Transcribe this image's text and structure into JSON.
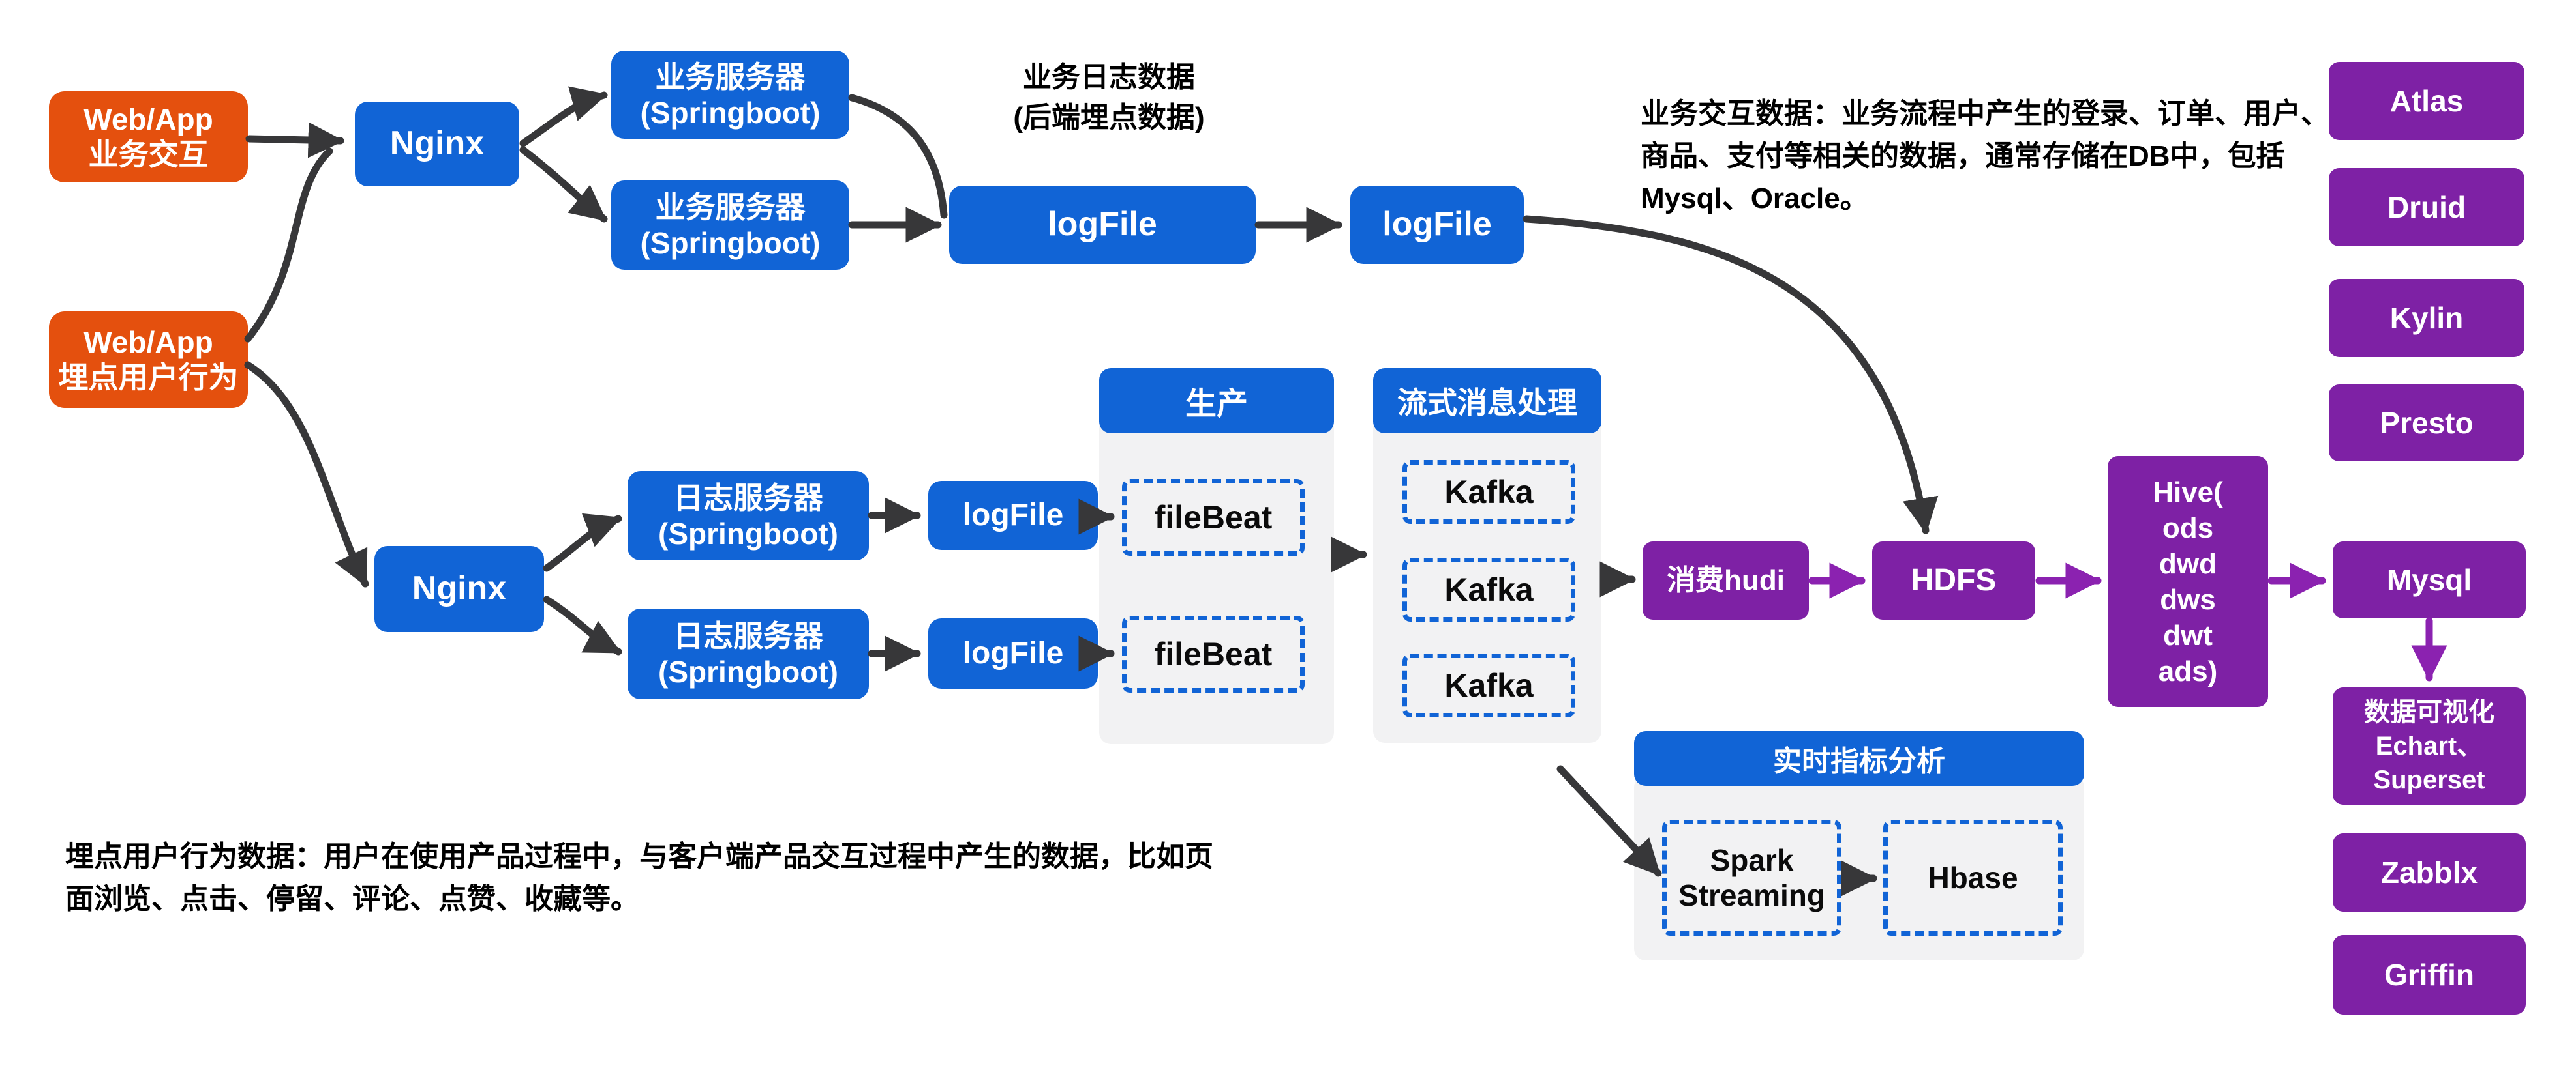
{
  "colors": {
    "box_orange": "#E4500E",
    "box_blue": "#1164D6",
    "box_purple": "#7E21A5",
    "arrow_black": "#373739",
    "arrow_purple": "#8B22B0",
    "panel_gray": "#F2F2F3",
    "dashed_border_blue": "#1164D6"
  },
  "nodes": {
    "web_app_business": "Web/App\n业务交互",
    "web_app_tracking": "Web/App\n埋点用户行为",
    "nginx_top": "Nginx",
    "nginx_bottom": "Nginx",
    "biz_server_1": "业务服务器\n(Springboot)",
    "biz_server_2": "业务服务器\n(Springboot)",
    "log_server_1": "日志服务器\n(Springboot)",
    "log_server_2": "日志服务器\n(Springboot)",
    "logfile_big": "logFile",
    "logfile_2": "logFile",
    "logfile_mid1": "logFile",
    "logfile_mid2": "logFile",
    "filebeat_1": "fileBeat",
    "filebeat_2": "fileBeat",
    "kafka_1": "Kafka",
    "kafka_2": "Kafka",
    "kafka_3": "Kafka",
    "hudi": "消费hudi",
    "hdfs": "HDFS",
    "hive": "Hive(\nods\ndwd\ndws\ndwt\nads)",
    "mysql": "Mysql",
    "dataviz": "数据可视化\nEchart、\nSuperset",
    "zabblx": "Zabblx",
    "griffin": "Griffin",
    "atlas": "Atlas",
    "druid": "Druid",
    "kylin": "Kylin",
    "presto": "Presto",
    "spark_streaming": "Spark\nStreaming",
    "hbase": "Hbase"
  },
  "headers": {
    "produce": "生产",
    "stream": "流式消息处理",
    "realtime": "实时指标分析"
  },
  "notes": {
    "log_caption": "业务日志数据\n(后端埋点数据)",
    "business_interaction": "业务交互数据：业务流程中产生的登录、订单、用户、\n商品、支付等相关的数据，通常存储在DB中，包括\nMysql、Oracle。",
    "user_tracking": "埋点用户行为数据：用户在使用产品过程中，与客户端产品交互过程中产生的数据，比如页\n面浏览、点击、停留、评论、点赞、收藏等。"
  },
  "edges": [
    {
      "from": "web_app_business",
      "to": "nginx_top",
      "color": "black"
    },
    {
      "from": "web_app_tracking",
      "to": "nginx_top",
      "color": "black"
    },
    {
      "from": "web_app_tracking",
      "to": "nginx_bottom",
      "color": "black"
    },
    {
      "from": "nginx_top",
      "to": "biz_server_1",
      "color": "black"
    },
    {
      "from": "nginx_top",
      "to": "biz_server_2",
      "color": "black"
    },
    {
      "from": "biz_server_1",
      "to": "logfile_big",
      "color": "black"
    },
    {
      "from": "biz_server_2",
      "to": "logfile_big",
      "color": "black"
    },
    {
      "from": "logfile_big",
      "to": "logfile_2",
      "color": "black"
    },
    {
      "from": "logfile_2",
      "to": "hdfs",
      "color": "black"
    },
    {
      "from": "nginx_bottom",
      "to": "log_server_1",
      "color": "black"
    },
    {
      "from": "nginx_bottom",
      "to": "log_server_2",
      "color": "black"
    },
    {
      "from": "log_server_1",
      "to": "logfile_mid1",
      "color": "black"
    },
    {
      "from": "log_server_2",
      "to": "logfile_mid2",
      "color": "black"
    },
    {
      "from": "logfile_mid1",
      "to": "filebeat_1",
      "color": "black"
    },
    {
      "from": "logfile_mid2",
      "to": "filebeat_2",
      "color": "black"
    },
    {
      "from": "panel_produce",
      "to": "panel_stream",
      "color": "black"
    },
    {
      "from": "panel_stream",
      "to": "hudi",
      "color": "black"
    },
    {
      "from": "panel_stream",
      "to": "spark_streaming",
      "color": "black"
    },
    {
      "from": "spark_streaming",
      "to": "hbase",
      "color": "black"
    },
    {
      "from": "hudi",
      "to": "hdfs",
      "color": "purple"
    },
    {
      "from": "hdfs",
      "to": "hive",
      "color": "purple"
    },
    {
      "from": "hive",
      "to": "mysql",
      "color": "purple"
    },
    {
      "from": "mysql",
      "to": "dataviz",
      "color": "purple"
    }
  ]
}
